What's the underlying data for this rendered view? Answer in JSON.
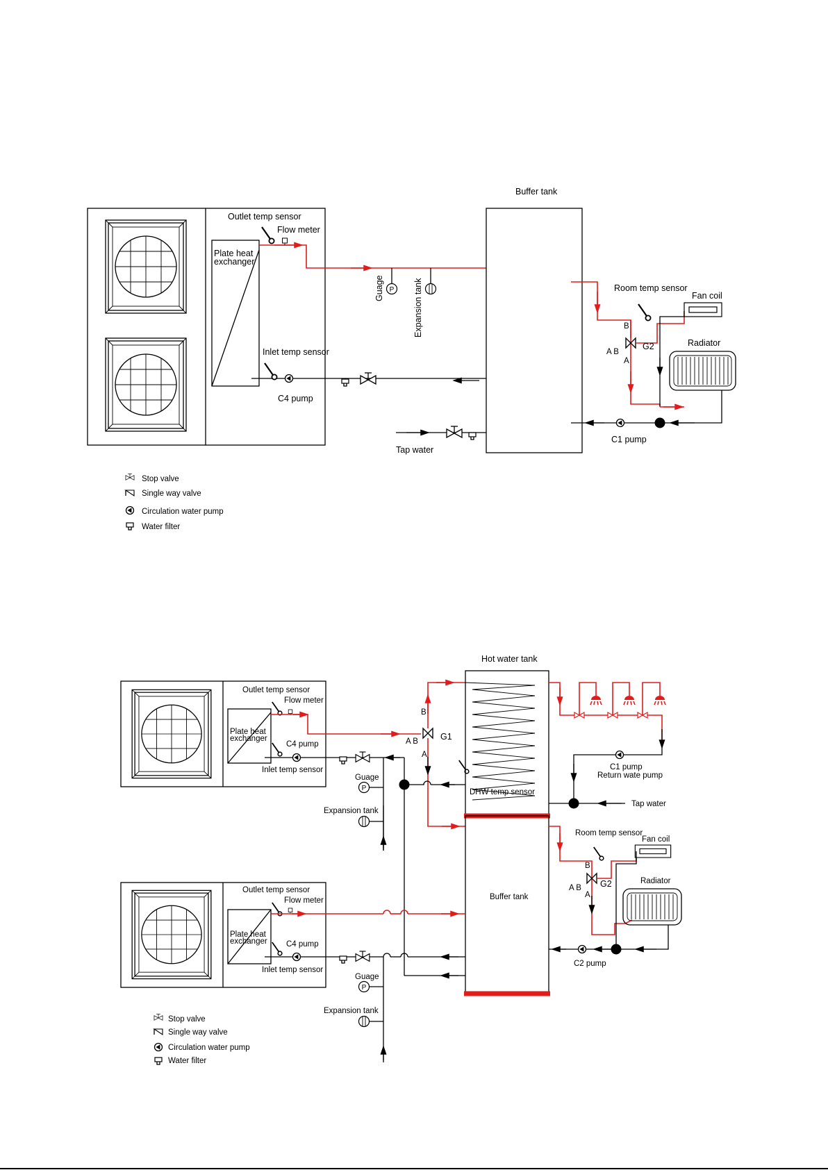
{
  "diagram1": {
    "buffer_tank": "Buffer tank",
    "outlet_temp_sensor": "Outlet temp sensor",
    "flow_meter": "Flow meter",
    "plate_heat_exchanger_1": "Plate heat",
    "plate_heat_exchanger_2": "exchanger",
    "guage": "Guage",
    "expansion_tank": "Expansion tank",
    "room_temp_sensor": "Room temp sensor",
    "fan_coil": "Fan coil",
    "radiator": "Radiator",
    "valve_b": "B",
    "valve_ab": "A B",
    "valve_a": "A",
    "valve_g2": "G2",
    "inlet_temp_sensor": "Inlet temp sensor",
    "c4_pump": "C4 pump",
    "c1_pump": "C1 pump",
    "tap_water": "Tap water",
    "gauge_p": "P"
  },
  "legend1": {
    "stop_valve": "Stop valve",
    "single_way_valve": "Single way valve",
    "circulation_pump": "Circulation water pump",
    "water_filter": "Water filter"
  },
  "diagram2": {
    "hot_water_tank": "Hot water tank",
    "outlet_temp_sensor_top": "Outlet temp sensor",
    "flow_meter_top": "Flow meter",
    "plate_heat_exchanger_top_1": "Plate heat",
    "plate_heat_exchanger_top_2": "exchanger",
    "c4_pump_top": "C4 pump",
    "inlet_temp_sensor_top": "Inlet temp sensor",
    "g1_b": "B",
    "g1_ab": "A B",
    "g1_a": "A",
    "g1": "G1",
    "guage_top": "Guage",
    "expansion_tank_top": "Expansion tank",
    "dhw_temp_sensor": "DHW temp sensor",
    "c1_pump": "C1 pump",
    "return_water_pump": "Return wate pump",
    "tap_water": "Tap water",
    "room_temp_sensor": "Room temp sensor",
    "fan_coil": "Fan coil",
    "g2_b": "B",
    "g2_ab": "A B",
    "g2_a": "A",
    "g2": "G2",
    "radiator": "Radiator",
    "buffer_tank": "Buffer tank",
    "c2_pump": "C2 pump",
    "outlet_temp_sensor_bottom": "Outlet temp sensor",
    "flow_meter_bottom": "Flow meter",
    "plate_heat_exchanger_bottom_1": "Plate heat",
    "plate_heat_exchanger_bottom_2": "exchanger",
    "c4_pump_bottom": "C4 pump",
    "inlet_temp_sensor_bottom": "Inlet temp sensor",
    "guage_bottom": "Guage",
    "expansion_tank_bottom": "Expansion tank",
    "gauge_p": "P"
  },
  "legend2": {
    "stop_valve": "Stop valve",
    "single_way_valve": "Single way valve",
    "circulation_pump": "Circulation water pump",
    "water_filter": "Water filter"
  },
  "colors": {
    "hot_line": "#e21b1b",
    "cold_line": "#000000"
  },
  "icons": [
    "fan-icon",
    "thermometer-sensor-icon",
    "flow-meter-icon",
    "pressure-gauge-icon",
    "expansion-tank-icon",
    "stop-valve-icon",
    "single-way-valve-icon",
    "circulation-pump-icon",
    "water-filter-icon",
    "three-way-valve-icon",
    "radiator-icon",
    "fan-coil-icon",
    "shower-icon",
    "mixing-valve-icon"
  ]
}
